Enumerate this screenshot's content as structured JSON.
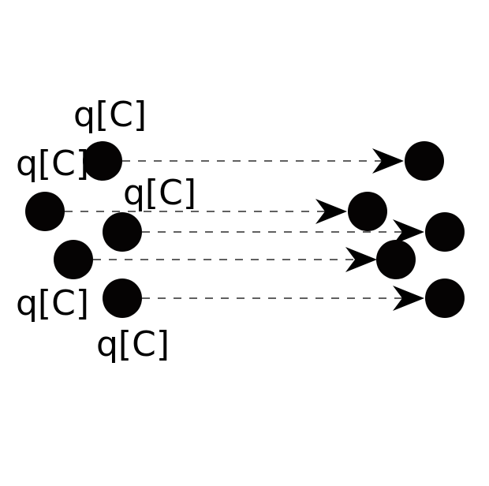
{
  "diagram": {
    "labels": [
      "q[C]",
      "q[C]",
      "q[C]",
      "q[C]",
      "q[C]"
    ],
    "colors": {
      "node": "#050303",
      "arrow": "#000000",
      "background": "#ffffff"
    }
  }
}
